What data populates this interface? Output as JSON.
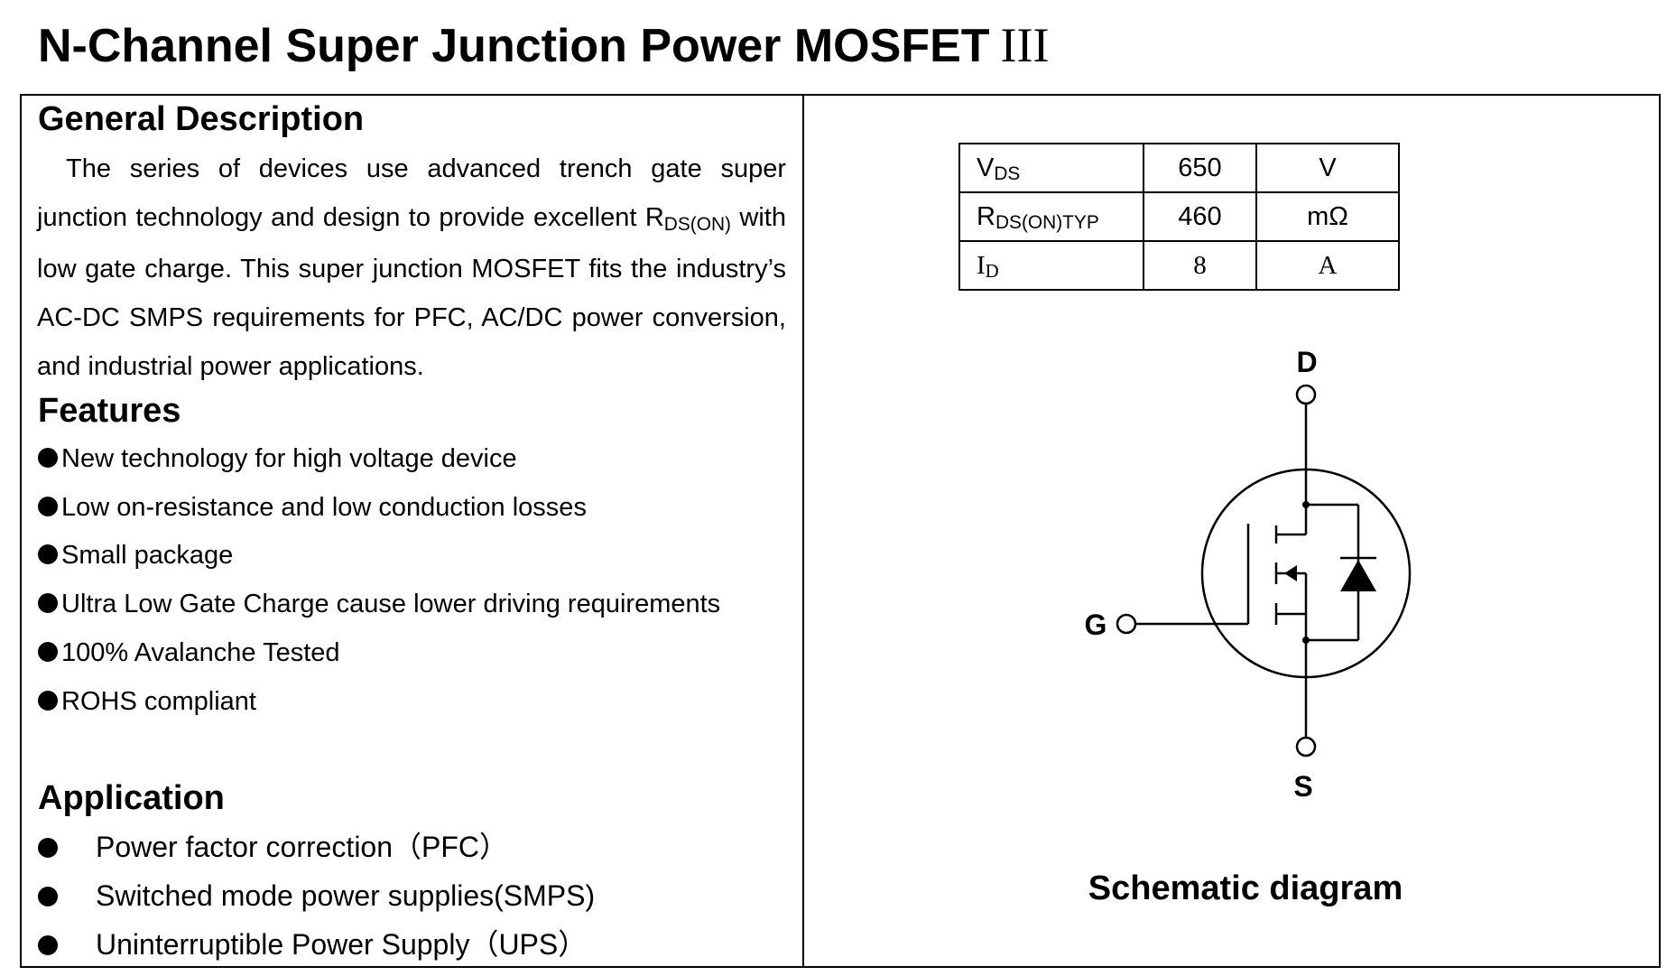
{
  "title": "N-Channel Super Junction Power MOSFET",
  "title_suffix": "III",
  "general_description": {
    "heading": "General Description",
    "text_part1": "The series of devices use advanced trench gate super junction technology and design to provide excellent R",
    "text_sub": "DS(ON)",
    "text_part2": " with low gate charge. This super junction MOSFET fits the industry’s AC-DC SMPS requirements for PFC, AC/DC power conversion, and industrial power applications."
  },
  "features": {
    "heading": "Features",
    "items": [
      "New technology for high voltage device",
      "Low on-resistance and low conduction losses",
      "Small package",
      "Ultra Low Gate Charge cause lower driving requirements",
      "100% Avalanche Tested",
      "ROHS compliant"
    ]
  },
  "application": {
    "heading": "Application",
    "items": [
      "Power factor correction（PFC）",
      "Switched mode power supplies(SMPS)",
      "Uninterruptible Power Supply（UPS）"
    ]
  },
  "specs": [
    {
      "symbol": "V",
      "sub": "DS",
      "value": "650",
      "unit": "V"
    },
    {
      "symbol": "R",
      "sub": "DS(ON)TYP",
      "value": "460",
      "unit": "mΩ"
    },
    {
      "symbol": "I",
      "sub": "D",
      "value": "8",
      "unit": "A"
    }
  ],
  "schematic": {
    "drain_label": "D",
    "gate_label": "G",
    "source_label": "S",
    "caption": "Schematic diagram"
  }
}
